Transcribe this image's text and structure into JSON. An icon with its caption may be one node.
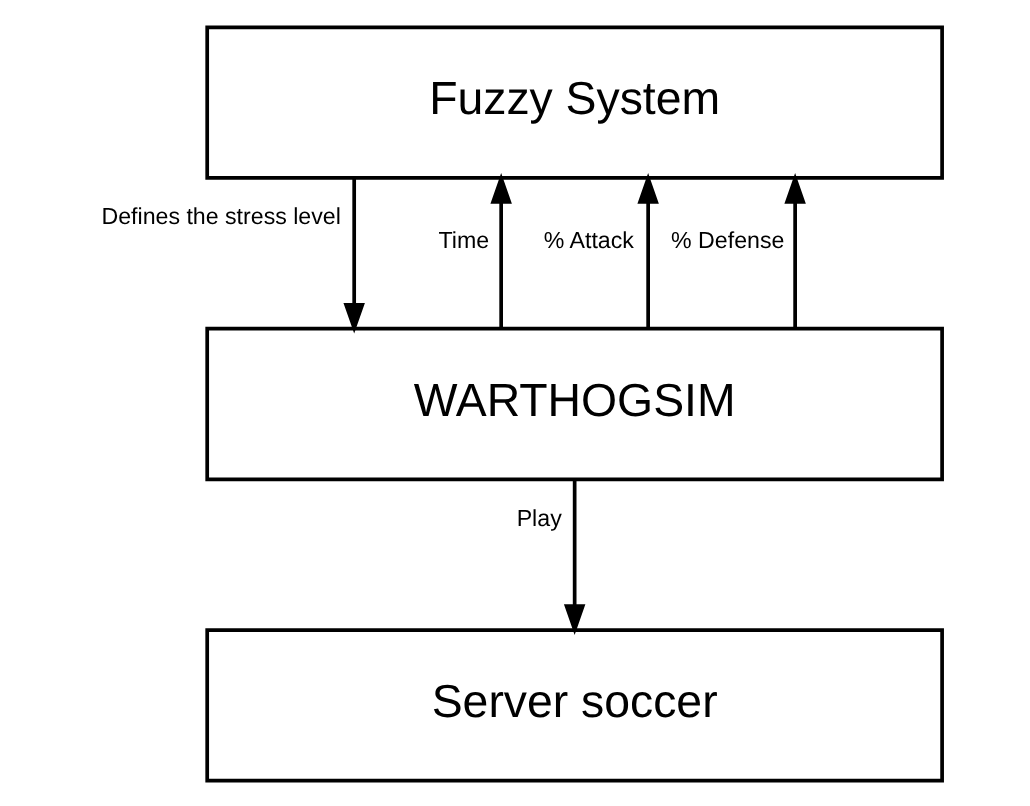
{
  "diagram": {
    "nodes": [
      {
        "text": [
          "Fuzzy System"
        ]
      },
      {
        "text": [
          "WARTHOGSIM"
        ]
      },
      {
        "text": [
          "Server soccer"
        ]
      }
    ],
    "edges": [
      {
        "from": 0,
        "to": 1,
        "arrow": "to",
        "label": "Defines the stress level"
      },
      {
        "from": 1,
        "to": 0,
        "arrow": "to",
        "label": "Time"
      },
      {
        "from": 1,
        "to": 0,
        "arrow": "to",
        "label": "% Attack"
      },
      {
        "from": 1,
        "to": 0,
        "arrow": "to",
        "label": "% Defense"
      },
      {
        "from": 1,
        "to": 2,
        "arrow": "to",
        "label": "Play"
      }
    ]
  }
}
